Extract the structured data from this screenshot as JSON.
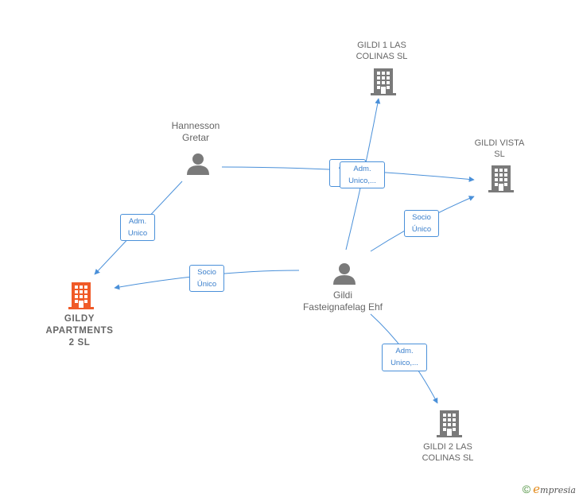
{
  "nodes": {
    "hannesson": {
      "line1": "Hannesson",
      "line2": "Gretar",
      "type": "person"
    },
    "gildi_ehf": {
      "line1": "Gildi",
      "line2": "Fasteignafelag Ehf",
      "type": "person"
    },
    "gildi1": {
      "line1": "GILDI 1 LAS",
      "line2": "COLINAS  SL",
      "type": "company"
    },
    "gildi_vista": {
      "line1": "GILDI VISTA",
      "line2": "SL",
      "type": "company"
    },
    "gildy_apartments": {
      "line1": "GILDY",
      "line2": "APARTMENTS",
      "line3": "2  SL",
      "type": "company-highlight"
    },
    "gildi2": {
      "line1": "GILDI 2 LAS",
      "line2": "COLINAS  SL",
      "type": "company"
    }
  },
  "edges": {
    "hannesson_gildy": {
      "line1": "Adm.",
      "line2": "Unico"
    },
    "hannesson_vista_back": {
      "line1": "Adm.",
      "line2": "U..."
    },
    "gildi_vista_adm": {
      "line1": "Adm.",
      "line2": "Unico,..."
    },
    "gildi_vista_socio": {
      "line1": "Socio",
      "line2": "Único"
    },
    "gildi_gildy": {
      "line1": "Socio",
      "line2": "Único"
    },
    "gildi_gildi2": {
      "line1": "Adm.",
      "line2": "Unico,..."
    }
  },
  "colors": {
    "edge": "#4a90d9",
    "node_icon": "#7a7a7a",
    "highlight": "#f05a28"
  },
  "footer": {
    "copyright": "©",
    "brand_e": "e",
    "brand_rest": "mpresia"
  }
}
